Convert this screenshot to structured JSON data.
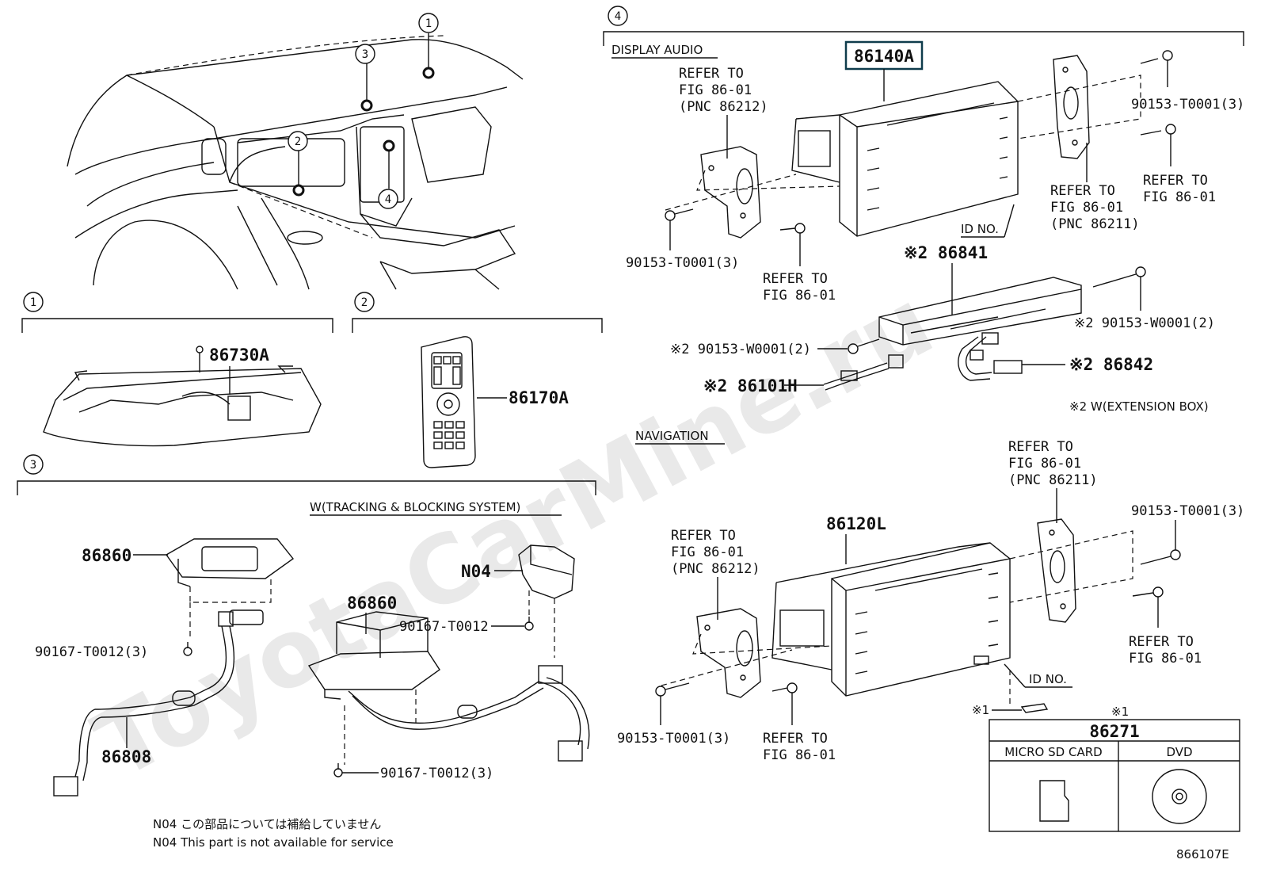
{
  "watermark": "ToyotaCarMine.ru",
  "callouts": {
    "c1": "1",
    "c2": "2",
    "c3": "3",
    "c4": "4"
  },
  "sections": {
    "display_audio": "DISPLAY AUDIO",
    "navigation": "NAVIGATION",
    "tracking": "W(TRACKING & BLOCKING SYSTEM)",
    "extension_box_note": "※2 W(EXTENSION BOX)"
  },
  "parts": {
    "p86730A": "86730A",
    "p86170A": "86170A",
    "p86140A": "86140A",
    "p86841": "※2 86841",
    "p86842": "※2 86842",
    "p86101H": "※2 86101H",
    "p86120L": "86120L",
    "p86860a": "86860",
    "p86860b": "86860",
    "pN04": "N04",
    "p86808": "86808",
    "p86271": "86271"
  },
  "fasteners": {
    "da_left_bolt": "90153-T0001(3)",
    "da_right_bolt": "90153-T0001(3)",
    "eb_right_bolt": "※2 90153-W0001(2)",
    "eb_left_bolt": "※2 90153-W0001(2)",
    "nav_right_bolt": "90153-T0001(3)",
    "nav_left_bolt": "90153-T0001(3)",
    "trk_left_screw": "90167-T0012(3)",
    "trk_n04_screw": "90167-T0012",
    "trk_bottom_screw": "90167-T0012(3)"
  },
  "refs": {
    "da_bracket_left": [
      "REFER TO",
      "FIG 86-01",
      "(PNC 86212)"
    ],
    "da_bracket_right": [
      "REFER TO",
      "FIG 86-01",
      "(PNC 86211)"
    ],
    "da_screw_bottom": [
      "REFER TO",
      "FIG 86-01"
    ],
    "da_screw_right": [
      "REFER TO",
      "FIG 86-01"
    ],
    "nav_bracket_left": [
      "REFER TO",
      "FIG 86-01",
      "(PNC 86212)"
    ],
    "nav_bracket_right": [
      "REFER TO",
      "FIG 86-01",
      "(PNC 86211)"
    ],
    "nav_screw_bottom": [
      "REFER TO",
      "FIG 86-01"
    ],
    "nav_screw_right": [
      "REFER TO",
      "FIG 86-01"
    ]
  },
  "id_no_da": "ID NO.",
  "id_no_nav": "ID NO.",
  "mark1_note": "※1",
  "mark1_box": "※1",
  "media_table": {
    "part": "86271",
    "col1": "MICRO SD CARD",
    "col2": "DVD"
  },
  "notes": {
    "jp": "N04 この部品については補給していません",
    "en": "N04 This part is not available for service"
  },
  "figure_code": "866107E"
}
